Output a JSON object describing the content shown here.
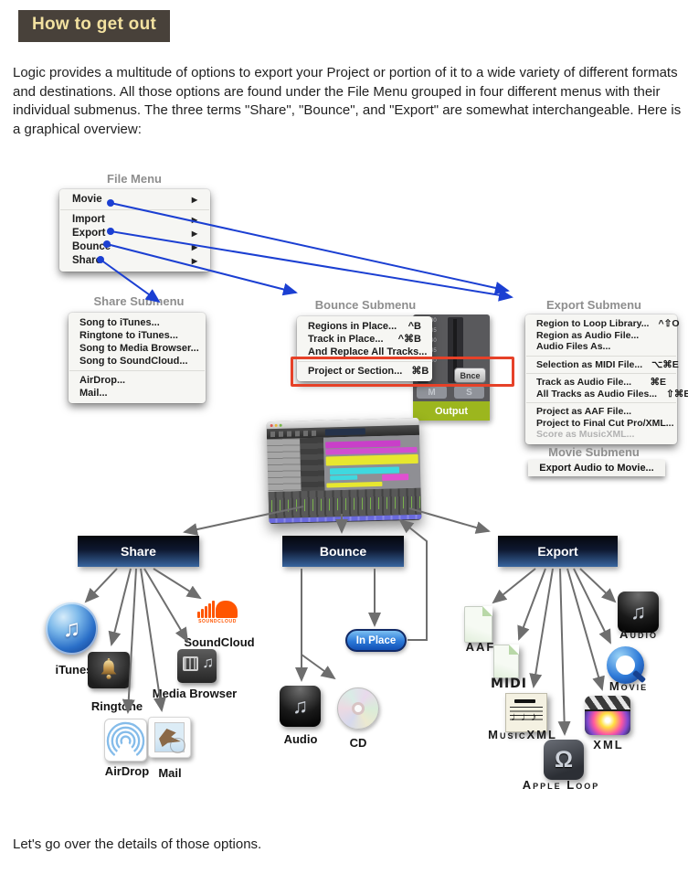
{
  "page": {
    "title": "How to get out",
    "intro": "Logic provides a multitude of options to export your Project or portion of it to a wide variety of different formats and destinations. All those options are found under the File Menu grouped in four different menus with their individual submenus. The three terms \"Share\", \"Bounce\", and \"Export\" are somewhat interchangeable. Here is a graphical overview:",
    "outro": "Let's go over the details of those options."
  },
  "glyphs": {
    "submenu_arrow": "▶",
    "music_note": "♫",
    "loop": "Ω",
    "staff_notes": "♩♩♪"
  },
  "file_menu": {
    "title": "File Menu",
    "items": [
      "Movie",
      "Import",
      "Export",
      "Bounce",
      "Share"
    ]
  },
  "share_submenu": {
    "title": "Share Submenu",
    "items": [
      "Song to iTunes...",
      "Ringtone to iTunes...",
      "Song to Media Browser...",
      "Song to SoundCloud...",
      "AirDrop...",
      "Mail..."
    ]
  },
  "bounce_submenu": {
    "title": "Bounce Submenu",
    "items": [
      {
        "label": "Regions in Place...",
        "shortcut": "^B"
      },
      {
        "label": "Track in Place...",
        "shortcut": "^⌘B"
      },
      {
        "label": "And Replace All Tracks...",
        "shortcut": ""
      },
      {
        "label": "Project or Section...",
        "shortcut": "⌘B"
      }
    ]
  },
  "export_submenu": {
    "title": "Export Submenu",
    "items": [
      {
        "label": "Region to Loop Library...",
        "shortcut": "^⇧O"
      },
      {
        "label": "Region as Audio File...",
        "shortcut": ""
      },
      {
        "label": "Audio Files As...",
        "shortcut": ""
      },
      {
        "label": "Selection as MIDI File...",
        "shortcut": "⌥⌘E"
      },
      {
        "label": "Track as Audio File...",
        "shortcut": "⌘E"
      },
      {
        "label": "All Tracks as Audio Files...",
        "shortcut": "⇧⌘E"
      },
      {
        "label": "Project as AAF File...",
        "shortcut": ""
      },
      {
        "label": "Project to Final Cut Pro/XML...",
        "shortcut": ""
      },
      {
        "label": "Score as MusicXML...",
        "shortcut": ""
      }
    ]
  },
  "movie_submenu": {
    "title": "Movie Submenu",
    "item": "Export Audio to Movie..."
  },
  "channel_strip": {
    "bounce_button": "Bnce",
    "mute": "M",
    "solo": "S",
    "output": "Output",
    "scale": [
      "30",
      "35",
      "40",
      "45",
      "60"
    ]
  },
  "flow_buttons": {
    "share": "Share",
    "bounce": "Bounce",
    "export": "Export",
    "in_place": "In Place"
  },
  "share_targets": {
    "itunes": "iTunes",
    "soundcloud": "SoundCloud",
    "soundcloud_logo": "SOUNDCLOUD",
    "ringtone": "Ringtone",
    "media_browser": "Media Browser",
    "airdrop": "AirDrop",
    "mail": "Mail"
  },
  "bounce_targets": {
    "audio": "Audio",
    "cd": "CD"
  },
  "export_targets": {
    "aaf": "AAF",
    "midi": "MIDI",
    "musicxml": "MusicXML",
    "apple_loop": "Apple Loop",
    "audio": "Audio",
    "movie": "Movie",
    "xml": "XML"
  },
  "colors": {
    "accent_blue_arrow": "#1b3fd2",
    "highlight_red": "#e64128",
    "banner_bg": "#48413a",
    "banner_text": "#f2e1a0",
    "button_blue": "#38659f",
    "output_green": "#9cb61e",
    "soundcloud_orange": "#ff5500"
  }
}
